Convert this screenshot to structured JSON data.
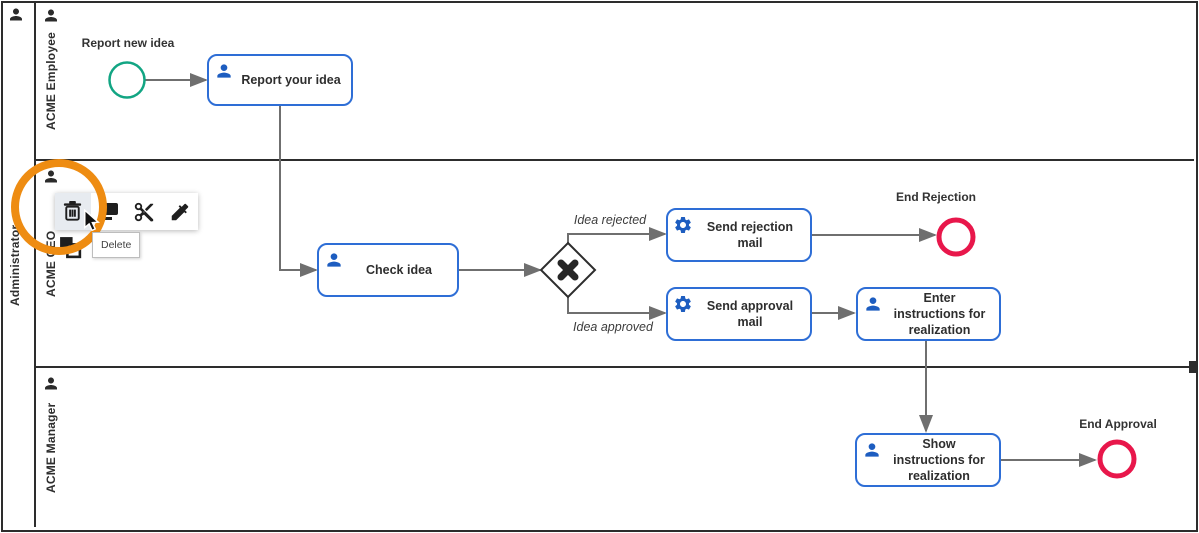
{
  "pool": {
    "name": "Administrator"
  },
  "lanes": [
    {
      "name": "ACME Employee"
    },
    {
      "name": "ACME CEO"
    },
    {
      "name": "ACME Manager"
    }
  ],
  "events": {
    "start": {
      "label": "Report new idea",
      "type": "start-event"
    },
    "end_rejection": {
      "label": "End Rejection",
      "type": "end-event"
    },
    "end_approval": {
      "label": "End Approval",
      "type": "end-event"
    }
  },
  "tasks": [
    {
      "label": "Report your idea",
      "type": "user-task"
    },
    {
      "label": "Check idea",
      "type": "user-task"
    },
    {
      "label": "Send rejection mail",
      "type": "service-task"
    },
    {
      "label": "Send approval mail",
      "type": "service-task"
    },
    {
      "label": "Enter instructions for realization",
      "type": "user-task"
    },
    {
      "label": "Show instructions for realization",
      "type": "user-task"
    }
  ],
  "gateway": {
    "type": "exclusive-xor"
  },
  "edge_labels": {
    "rejected": "Idea rejected",
    "approved": "Idea approved"
  },
  "context_menu": {
    "tooltip": "Delete",
    "items": [
      "delete",
      "copy",
      "cut",
      "color-picker",
      "layers"
    ]
  },
  "colors": {
    "task_border": "#2e6ed6",
    "icon_blue": "#1d5dc0",
    "start_event": "#12a583",
    "end_event": "#e8174b",
    "connector": "#6f6f6f",
    "annotation_ring": "#ee8c12",
    "pool_border": "#2d2d2d"
  }
}
